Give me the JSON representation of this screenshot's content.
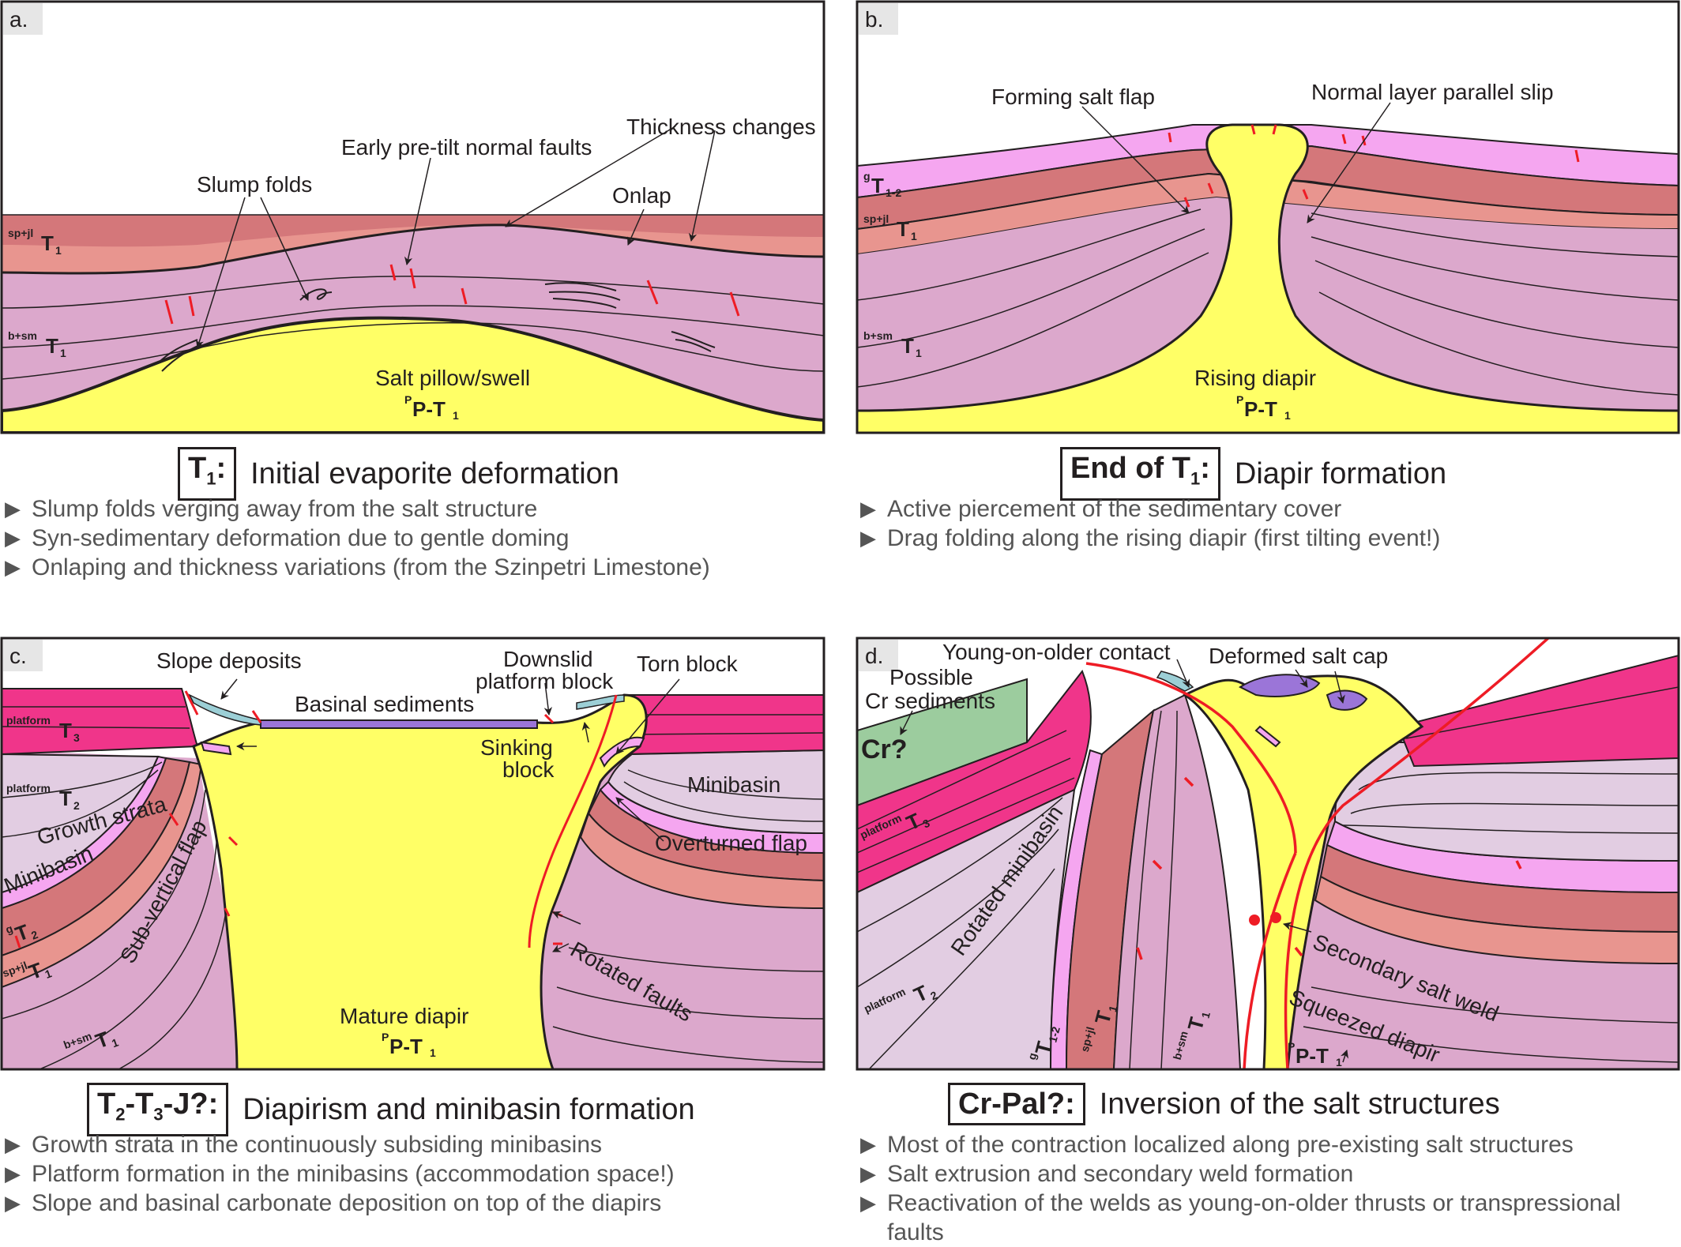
{
  "panels": {
    "a": {
      "letter": "a.",
      "labels": {
        "thickness": "Thickness changes",
        "early_faults": "Early pre-tilt normal faults",
        "slump": "Slump folds",
        "onlap": "Onlap",
        "salt": "Salt pillow/swell",
        "salt_unit_sup": "P",
        "salt_unit": "P-T",
        "salt_unit_sub": "1",
        "unit_top_sup": "sp+jl",
        "unit_top": "T",
        "unit_top_sub": "1",
        "unit_bot_sup": "b+sm",
        "unit_bot": "T",
        "unit_bot_sub": "1"
      },
      "caption_box": "T",
      "caption_box_sub": "1",
      "caption_box_tail": ":",
      "caption": "Initial evaporite deformation",
      "bullets": [
        "Slump folds verging away from the salt structure",
        "Syn-sedimentary deformation due to gentle doming",
        "Onlaping and thickness variations (from the Szinpetri Limestone)"
      ]
    },
    "b": {
      "letter": "b.",
      "labels": {
        "flap": "Forming salt flap",
        "slip": "Normal layer parallel slip",
        "salt": "Rising diapir",
        "salt_unit_sup": "P",
        "salt_unit": "P-T",
        "salt_unit_sub": "1",
        "u1_sup": "g",
        "u1": "T",
        "u1_sub": "1-2",
        "u2_sup": "sp+jl",
        "u2": "T",
        "u2_sub": "1",
        "u3_sup": "b+sm",
        "u3": "T",
        "u3_sub": "1"
      },
      "caption_box": "End of T",
      "caption_box_sub": "1",
      "caption_box_tail": ":",
      "caption": "Diapir formation",
      "bullets": [
        "Active piercement of the sedimentary cover",
        "Drag folding along the rising diapir (first tilting event!)"
      ]
    },
    "c": {
      "letter": "c.",
      "labels": {
        "slope": "Slope deposits",
        "downslid1": "Downslid",
        "downslid2": "platform block",
        "torn": "Torn block",
        "basinal": "Basinal sediments",
        "sinking1": "Sinking",
        "sinking2": "block",
        "minibasin_r": "Minibasin",
        "overturned": "Overturned flap",
        "growth": "Growth strata",
        "minibasin_l": "Minibasin",
        "subvertical": "Sub-vertical flap",
        "rotated_faults": "Rotated faults",
        "salt": "Mature diapir",
        "salt_unit_sup": "P",
        "salt_unit": "P-T",
        "salt_unit_sub": "1",
        "u1_sup": "platform",
        "u1": "T",
        "u1_sub": "3",
        "u2_sup": "platform",
        "u2": "T",
        "u2_sub": "2",
        "u3_sup": "g",
        "u3": "T",
        "u3_sub": "2",
        "u4_sup": "sp+jl",
        "u4": "T",
        "u4_sub": "1",
        "u5_sup": "b+sm",
        "u5": "T",
        "u5_sub": "1"
      },
      "caption_box": "T",
      "caption_box_sub": "2",
      "caption_box_mid": "-T",
      "caption_box_sub2": "3",
      "caption_box_tail": "-J?:",
      "caption": "Diapirism and minibasin formation",
      "bullets": [
        "Growth strata in the continuously subsiding minibasins",
        "Platform formation in the minibasins (accommodation space!)",
        "Slope and basinal carbonate deposition on top of the diapirs"
      ]
    },
    "d": {
      "letter": "d.",
      "labels": {
        "young": "Young-on-older contact",
        "cap": "Deformed salt cap",
        "possible1": "Possible",
        "possible2": "Cr sediments",
        "cr": "Cr?",
        "rotated_mb": "Rotated minibasin",
        "secondary": "Secondary salt weld",
        "squeezed": "Squeezed diapir",
        "salt_unit_sup": "P",
        "salt_unit": "P-T",
        "salt_unit_sub": "1",
        "u1_sup": "platform",
        "u1": "T",
        "u1_sub": "3",
        "u2_sup": "platform",
        "u2": "T",
        "u2_sub": "2",
        "u3_sup": "g",
        "u3": "T",
        "u3_sub": "1-2",
        "u4_sup": "sp+jl",
        "u4": "T",
        "u4_sub": "1",
        "u5_sup": "b+sm",
        "u5": "T",
        "u5_sub": "1"
      },
      "caption_box": "Cr-Pal?:",
      "caption": "Inversion of the salt structures",
      "bullets": [
        "Most of the contraction localized along pre-existing salt structures",
        "Salt extrusion and secondary weld formation",
        "Reactivation of the welds as young-on-older thrusts or transpressional faults"
      ]
    }
  },
  "colors": {
    "salt": "#ffff66",
    "bsm": "#dca8cc",
    "spjl": "#e8958f",
    "spjl_dark": "#d4777a",
    "g": "#f5a6f0",
    "platform_t3": "#f0358a",
    "platform_t2": "#e2cde2",
    "cr": "#9ccc9e",
    "basinal": "#9b75d8",
    "slope": "#9ccfd6",
    "fault": "#ee1c25",
    "line": "#231f20"
  }
}
